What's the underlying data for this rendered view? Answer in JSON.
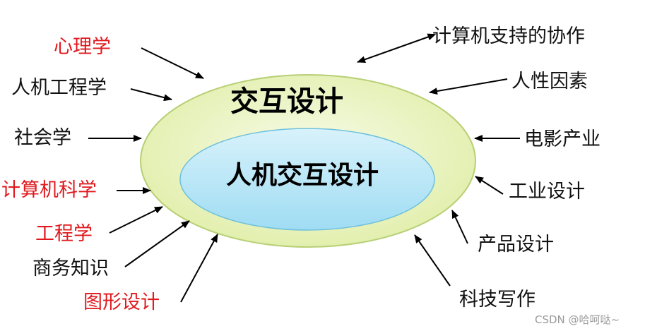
{
  "diagram": {
    "outer_title": "交互设计",
    "inner_title": "人机交互设计",
    "left_labels": [
      {
        "text": "心理学",
        "color": "#e0191e"
      },
      {
        "text": "人机工程学",
        "color": "#111111"
      },
      {
        "text": "社会学",
        "color": "#111111"
      },
      {
        "text": "计算机科学",
        "color": "#e0191e"
      },
      {
        "text": "工程学",
        "color": "#e0191e"
      },
      {
        "text": "商务知识",
        "color": "#111111"
      },
      {
        "text": "图形设计",
        "color": "#e0191e"
      }
    ],
    "right_labels": [
      {
        "text": "计算机支持的协作",
        "color": "#111111"
      },
      {
        "text": "人性因素",
        "color": "#111111"
      },
      {
        "text": "电影产业",
        "color": "#111111"
      },
      {
        "text": "工业设计",
        "color": "#111111"
      },
      {
        "text": "产品设计",
        "color": "#111111"
      },
      {
        "text": "科技写作",
        "color": "#111111"
      }
    ],
    "colors": {
      "outer_fill": "#e6f2b8",
      "outer_stroke": "#b7cf75",
      "inner_fill": "#a9e2f6",
      "inner_stroke": "#6ec0dc"
    }
  },
  "watermark": "CSDN @哈呵哒~"
}
